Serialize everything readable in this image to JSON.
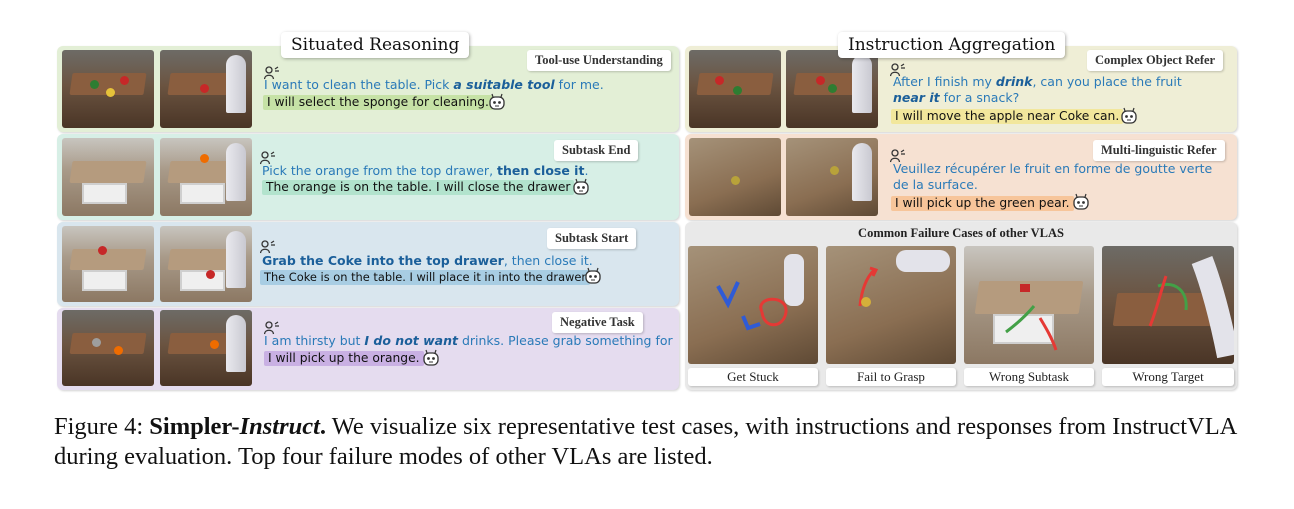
{
  "titles": {
    "left": "Situated Reasoning",
    "right": "Instruction Aggregation"
  },
  "cases": [
    {
      "tag": "Tool-use Understanding",
      "instr_a": "I want to clean the table. Pick ",
      "instr_b": "a suitable tool",
      "instr_c": " for me.",
      "response": "I will select the sponge for cleaning."
    },
    {
      "tag": "Subtask End",
      "instr_a": "Pick the orange from the top drawer, ",
      "instr_b": "then close it",
      "instr_c": ".",
      "response": "The orange is on the table. I will close the drawer"
    },
    {
      "tag": "Subtask Start",
      "instr_a": "",
      "instr_b": "Grab the Coke into the top drawer",
      "instr_c": ", then close it.",
      "response": "The Coke is on the table. I will place it in into the drawer"
    },
    {
      "tag": "Negative Task",
      "instr_a": "I am thirsty but ",
      "instr_b": "I do not want",
      "instr_c": " drinks. Please grab something for me.",
      "response": "I will pick up the orange."
    },
    {
      "tag": "Complex Object Refer",
      "instr_a": "After I finish my ",
      "instr_b": "drink",
      "instr_c": ", can you place the fruit",
      "instr_d": "near it",
      "instr_e": " for a snack?",
      "response": "I will move the apple near Coke can."
    },
    {
      "tag": "Multi-linguistic Refer",
      "instr_line1": "Veuillez récupérer le fruit en forme de goutte verte",
      "instr_line2": "de la surface.",
      "response": "I will pick up the green pear."
    }
  ],
  "failures": {
    "title": "Common Failure Cases of other VLAS",
    "labels": [
      "Get Stuck",
      "Fail to Grasp",
      "Wrong Subtask",
      "Wrong Target"
    ]
  },
  "caption": {
    "prefix": "Figure 4: ",
    "bold_a": "Simpler-",
    "bold_italic": "Instruct",
    "bold_b": ".",
    "text": " We visualize six representative test cases, with instructions and responses from InstructVLA during evaluation. Top four failure modes of other VLAs are listed."
  },
  "icons": {
    "user": "user-speaking-icon",
    "robot": "robot-face-icon"
  }
}
